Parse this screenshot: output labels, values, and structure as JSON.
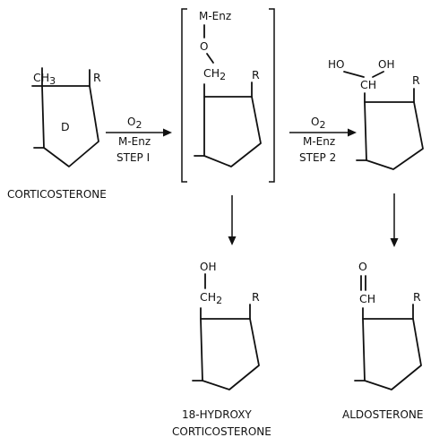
{
  "mol_corticosterone": {
    "sub": "CH",
    "sub_index": "3",
    "r": "R",
    "ring": "D",
    "name": "CORTICOSTERONE"
  },
  "step1": {
    "reagent_top": "O",
    "reagent_top_index": "2",
    "reagent_bottom": "M-Enz",
    "step": "STEP I"
  },
  "intermediate": {
    "enzyme": "M-Enz",
    "oxygen": "O",
    "sub": "CH",
    "sub_index": "2",
    "r": "R"
  },
  "step2": {
    "reagent_top": "O",
    "reagent_top_index": "2",
    "reagent_bottom": "M-Enz",
    "step": "STEP 2"
  },
  "mol_diol": {
    "ho": "HO",
    "oh": "OH",
    "ch": "CH",
    "r": "R"
  },
  "mol_hydroxy": {
    "oh": "OH",
    "sub": "CH",
    "sub_index": "2",
    "r": "R",
    "name_line1": "18-HYDROXY",
    "name_line2": "CORTICOSTERONE"
  },
  "mol_aldosterone": {
    "o": "O",
    "ch": "CH",
    "r": "R",
    "name": "ALDOSTERONE"
  }
}
